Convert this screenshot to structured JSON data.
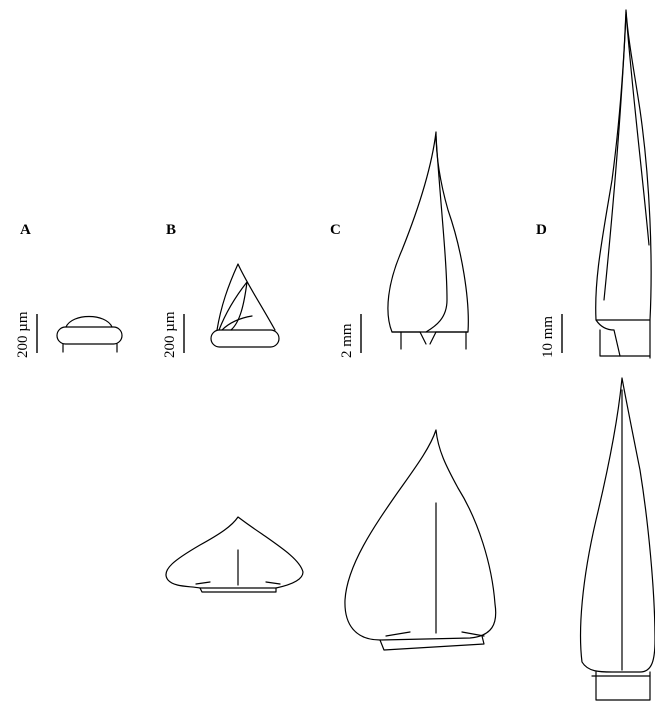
{
  "panels": [
    {
      "label": "A",
      "scale": "200 µm"
    },
    {
      "label": "B",
      "scale": "200 µm"
    },
    {
      "label": "C",
      "scale": "2 mm"
    },
    {
      "label": "D",
      "scale": "10 mm"
    }
  ]
}
